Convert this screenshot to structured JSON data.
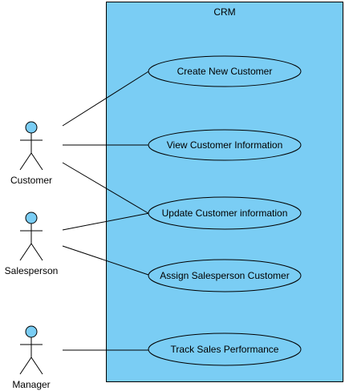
{
  "system": {
    "title": "CRM",
    "fill_color": "#7acdf4"
  },
  "use_cases": [
    {
      "id": "create",
      "label": "Create New Customer"
    },
    {
      "id": "view",
      "label": "View Customer Information"
    },
    {
      "id": "update",
      "label": "Update Customer information"
    },
    {
      "id": "assign",
      "label": "Assign Salesperson Customer"
    },
    {
      "id": "track",
      "label": "Track Sales Performance"
    }
  ],
  "actors": [
    {
      "id": "customer",
      "label": "Customer"
    },
    {
      "id": "salesperson",
      "label": "Salesperson"
    },
    {
      "id": "manager",
      "label": "Manager"
    }
  ],
  "associations": [
    {
      "actor": "customer",
      "use_case": "create"
    },
    {
      "actor": "customer",
      "use_case": "view"
    },
    {
      "actor": "customer",
      "use_case": "update"
    },
    {
      "actor": "salesperson",
      "use_case": "update"
    },
    {
      "actor": "salesperson",
      "use_case": "assign"
    },
    {
      "actor": "manager",
      "use_case": "track"
    }
  ]
}
